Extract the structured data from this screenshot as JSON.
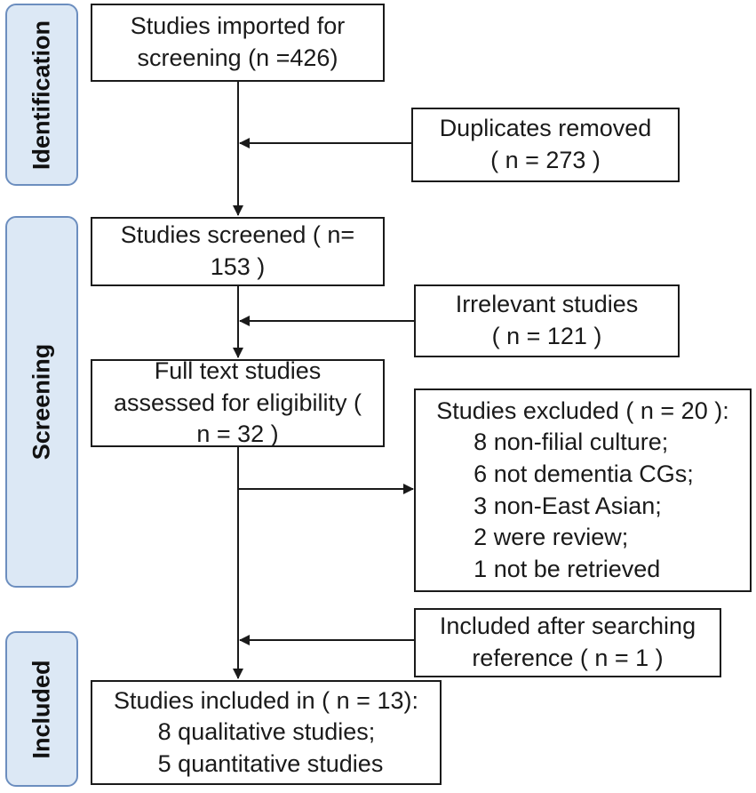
{
  "phases": [
    {
      "id": "identification",
      "label": "Identification"
    },
    {
      "id": "screening",
      "label": "Screening"
    },
    {
      "id": "included",
      "label": "Included"
    }
  ],
  "boxes": {
    "imported": {
      "lines": [
        "Studies imported for",
        "screening (n =426)"
      ]
    },
    "duplicates": {
      "lines": [
        "Duplicates removed",
        "( n = 273 )"
      ]
    },
    "screened": {
      "lines": [
        "Studies screened ( n=",
        "153 )"
      ]
    },
    "irrelevant": {
      "lines": [
        "Irrelevant studies",
        "( n = 121 )"
      ]
    },
    "fulltext": {
      "lines": [
        "Full text studies",
        "assessed for eligibility (",
        "n = 32 )"
      ]
    },
    "excluded": {
      "heading": "Studies excluded ( n = 20 ):",
      "items": [
        "8 non-filial culture;",
        "6 not dementia CGs;",
        "3 non-East Asian;",
        "2 were review;",
        "1 not be retrieved"
      ]
    },
    "reference": {
      "lines": [
        "Included after searching",
        "reference ( n = 1 )"
      ]
    },
    "included": {
      "heading": "Studies included in ( n = 13):",
      "items": [
        "8 qualitative studies;",
        "5 quantitative studies"
      ]
    }
  },
  "colors": {
    "phase_fill": "#dce8f5",
    "phase_border": "#6c8ebf",
    "box_border": "#1a1a1a"
  }
}
